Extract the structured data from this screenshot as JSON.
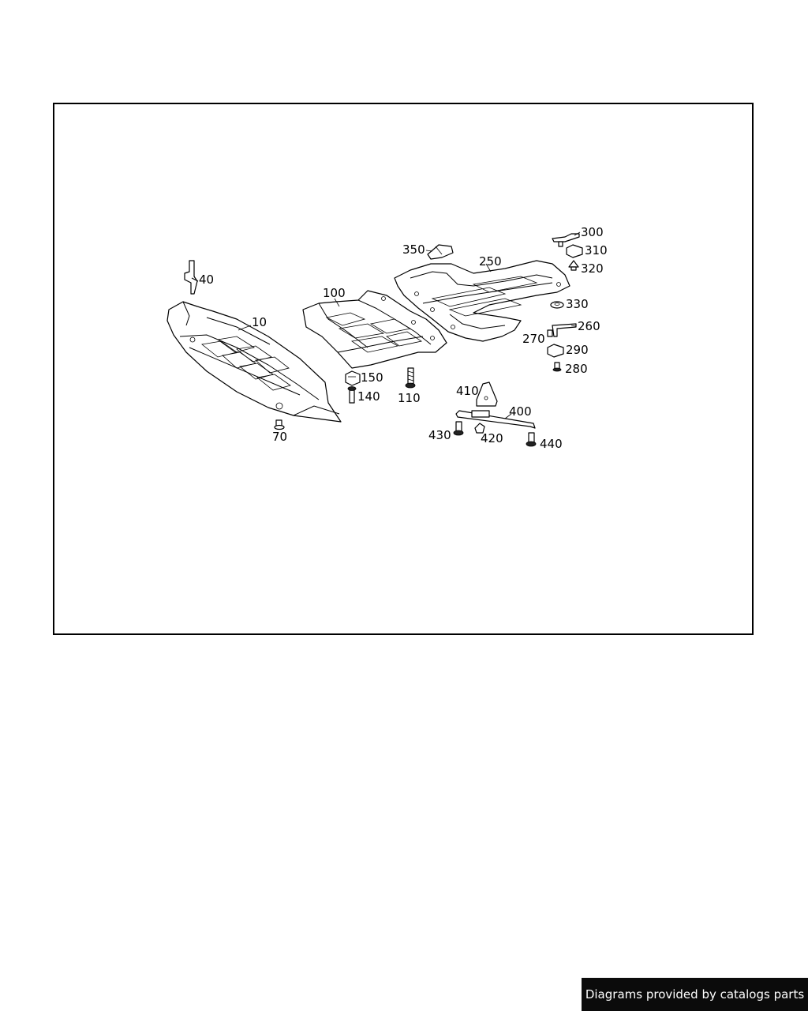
{
  "parts": [
    {
      "id": "p10",
      "label": "10"
    },
    {
      "id": "p40",
      "label": "40"
    },
    {
      "id": "p70",
      "label": "70"
    },
    {
      "id": "p100",
      "label": "100"
    },
    {
      "id": "p110",
      "label": "110"
    },
    {
      "id": "p140",
      "label": "140"
    },
    {
      "id": "p150",
      "label": "150"
    },
    {
      "id": "p250",
      "label": "250"
    },
    {
      "id": "p260",
      "label": "260"
    },
    {
      "id": "p270",
      "label": "270"
    },
    {
      "id": "p280",
      "label": "280"
    },
    {
      "id": "p290",
      "label": "290"
    },
    {
      "id": "p300",
      "label": "300"
    },
    {
      "id": "p310",
      "label": "310"
    },
    {
      "id": "p320",
      "label": "320"
    },
    {
      "id": "p330",
      "label": "330"
    },
    {
      "id": "p350",
      "label": "350"
    },
    {
      "id": "p400",
      "label": "400"
    },
    {
      "id": "p410",
      "label": "410"
    },
    {
      "id": "p420",
      "label": "420"
    },
    {
      "id": "p430",
      "label": "430"
    },
    {
      "id": "p440",
      "label": "440"
    }
  ],
  "footer": {
    "text": "Diagrams provided by catalogs parts"
  }
}
